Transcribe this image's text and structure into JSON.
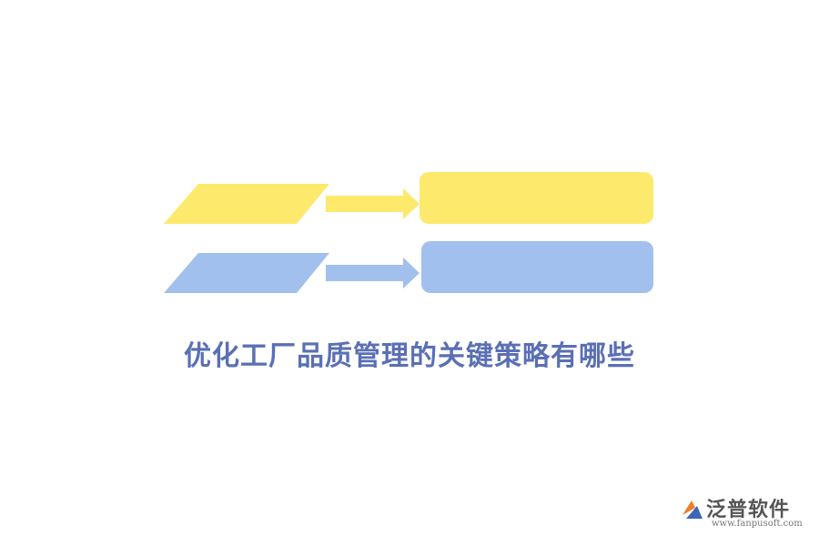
{
  "title": "优化工厂品质管理的关键策略有哪些",
  "colors": {
    "yellow": "#fde96c",
    "blue": "#a1c0ee",
    "title": "#5a6fb5",
    "logo_orange": "#ee7d2c",
    "logo_blue": "#3d66b7",
    "logo_text": "#555555",
    "logo_url": "#777777"
  },
  "logo": {
    "name": "泛普软件",
    "url": "www.fanpusoft.com"
  }
}
